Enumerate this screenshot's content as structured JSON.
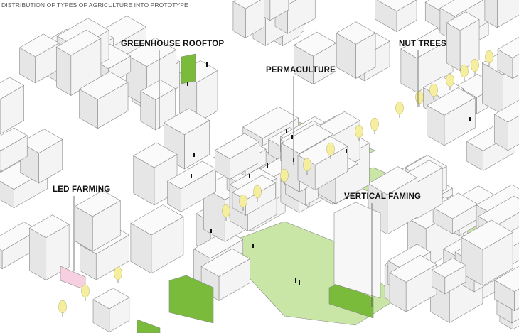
{
  "title": "DISTRIBUTION OF TYPES OF AGRICULTURE INTO PROTOTYPE",
  "labels": {
    "greenhouse_rooftop": "GREENHOUSE ROOFTOP",
    "permaculture": "PERMACULTURE",
    "nut_trees": "NUT TREES",
    "led_farming": "LED FARMING",
    "vertical_farming": "VERTICAL FAMING"
  },
  "colors": {
    "green_light": "#c9e6a6",
    "green_dark": "#7bbb3c",
    "pink": "#f6cfe0",
    "tree": "#f4ee9e",
    "line": "#8a8a8a"
  }
}
